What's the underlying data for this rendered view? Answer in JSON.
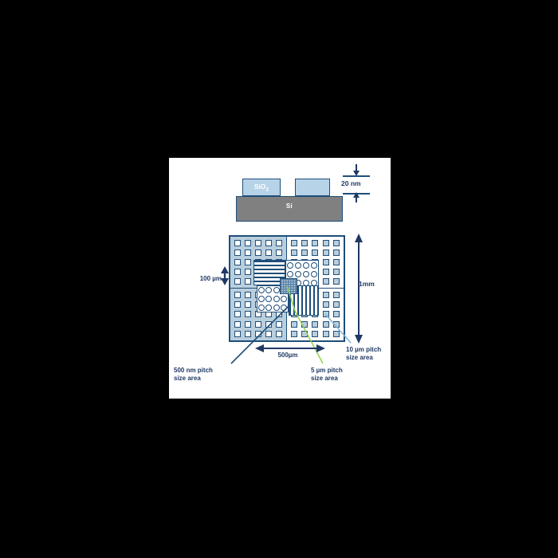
{
  "figure": {
    "cross_section": {
      "substrate_label": "Si",
      "oxide_label": "SiO",
      "oxide_sub": "2",
      "thickness_label": "20 nm",
      "substrate_color": "#808080",
      "oxide_color": "#b7d3e8",
      "outline_color": "#1f4e79"
    },
    "array": {
      "height_label": "1mm",
      "quadrant_label": "500µm",
      "cell_label": "100 µm",
      "rows": 10,
      "cols": 10,
      "quadrants": [
        {
          "name": "top-left",
          "fill": "#b9cfdd",
          "cell_fill": "#ffffff"
        },
        {
          "name": "top-right",
          "fill": "#ffffff",
          "cell_fill": "#b9cfdd"
        },
        {
          "name": "bottom-left",
          "fill": "#b9cfdd",
          "cell_fill": "#ffffff"
        },
        {
          "name": "bottom-right",
          "fill": "#ffffff",
          "cell_fill": "#b9cfdd"
        }
      ],
      "sub_patterns": [
        {
          "name": "horizontal-lines",
          "position": "upper-left"
        },
        {
          "name": "circles",
          "position": "upper-right"
        },
        {
          "name": "circles",
          "position": "lower-left"
        },
        {
          "name": "vertical-lines",
          "position": "lower-right"
        },
        {
          "name": "checkerboard",
          "position": "center"
        }
      ]
    },
    "callouts": [
      {
        "id": "pitch-500nm",
        "line1": "500 nm pitch",
        "line2": "size area",
        "leader_color": "#1f4e79"
      },
      {
        "id": "pitch-5um",
        "line1": "5 µm pitch",
        "line2": "size area",
        "leader_color": "#92d050"
      },
      {
        "id": "pitch-10um",
        "line1": "10 µm pitch",
        "line2": "size area",
        "leader_color": "#7fb3d5"
      }
    ]
  }
}
